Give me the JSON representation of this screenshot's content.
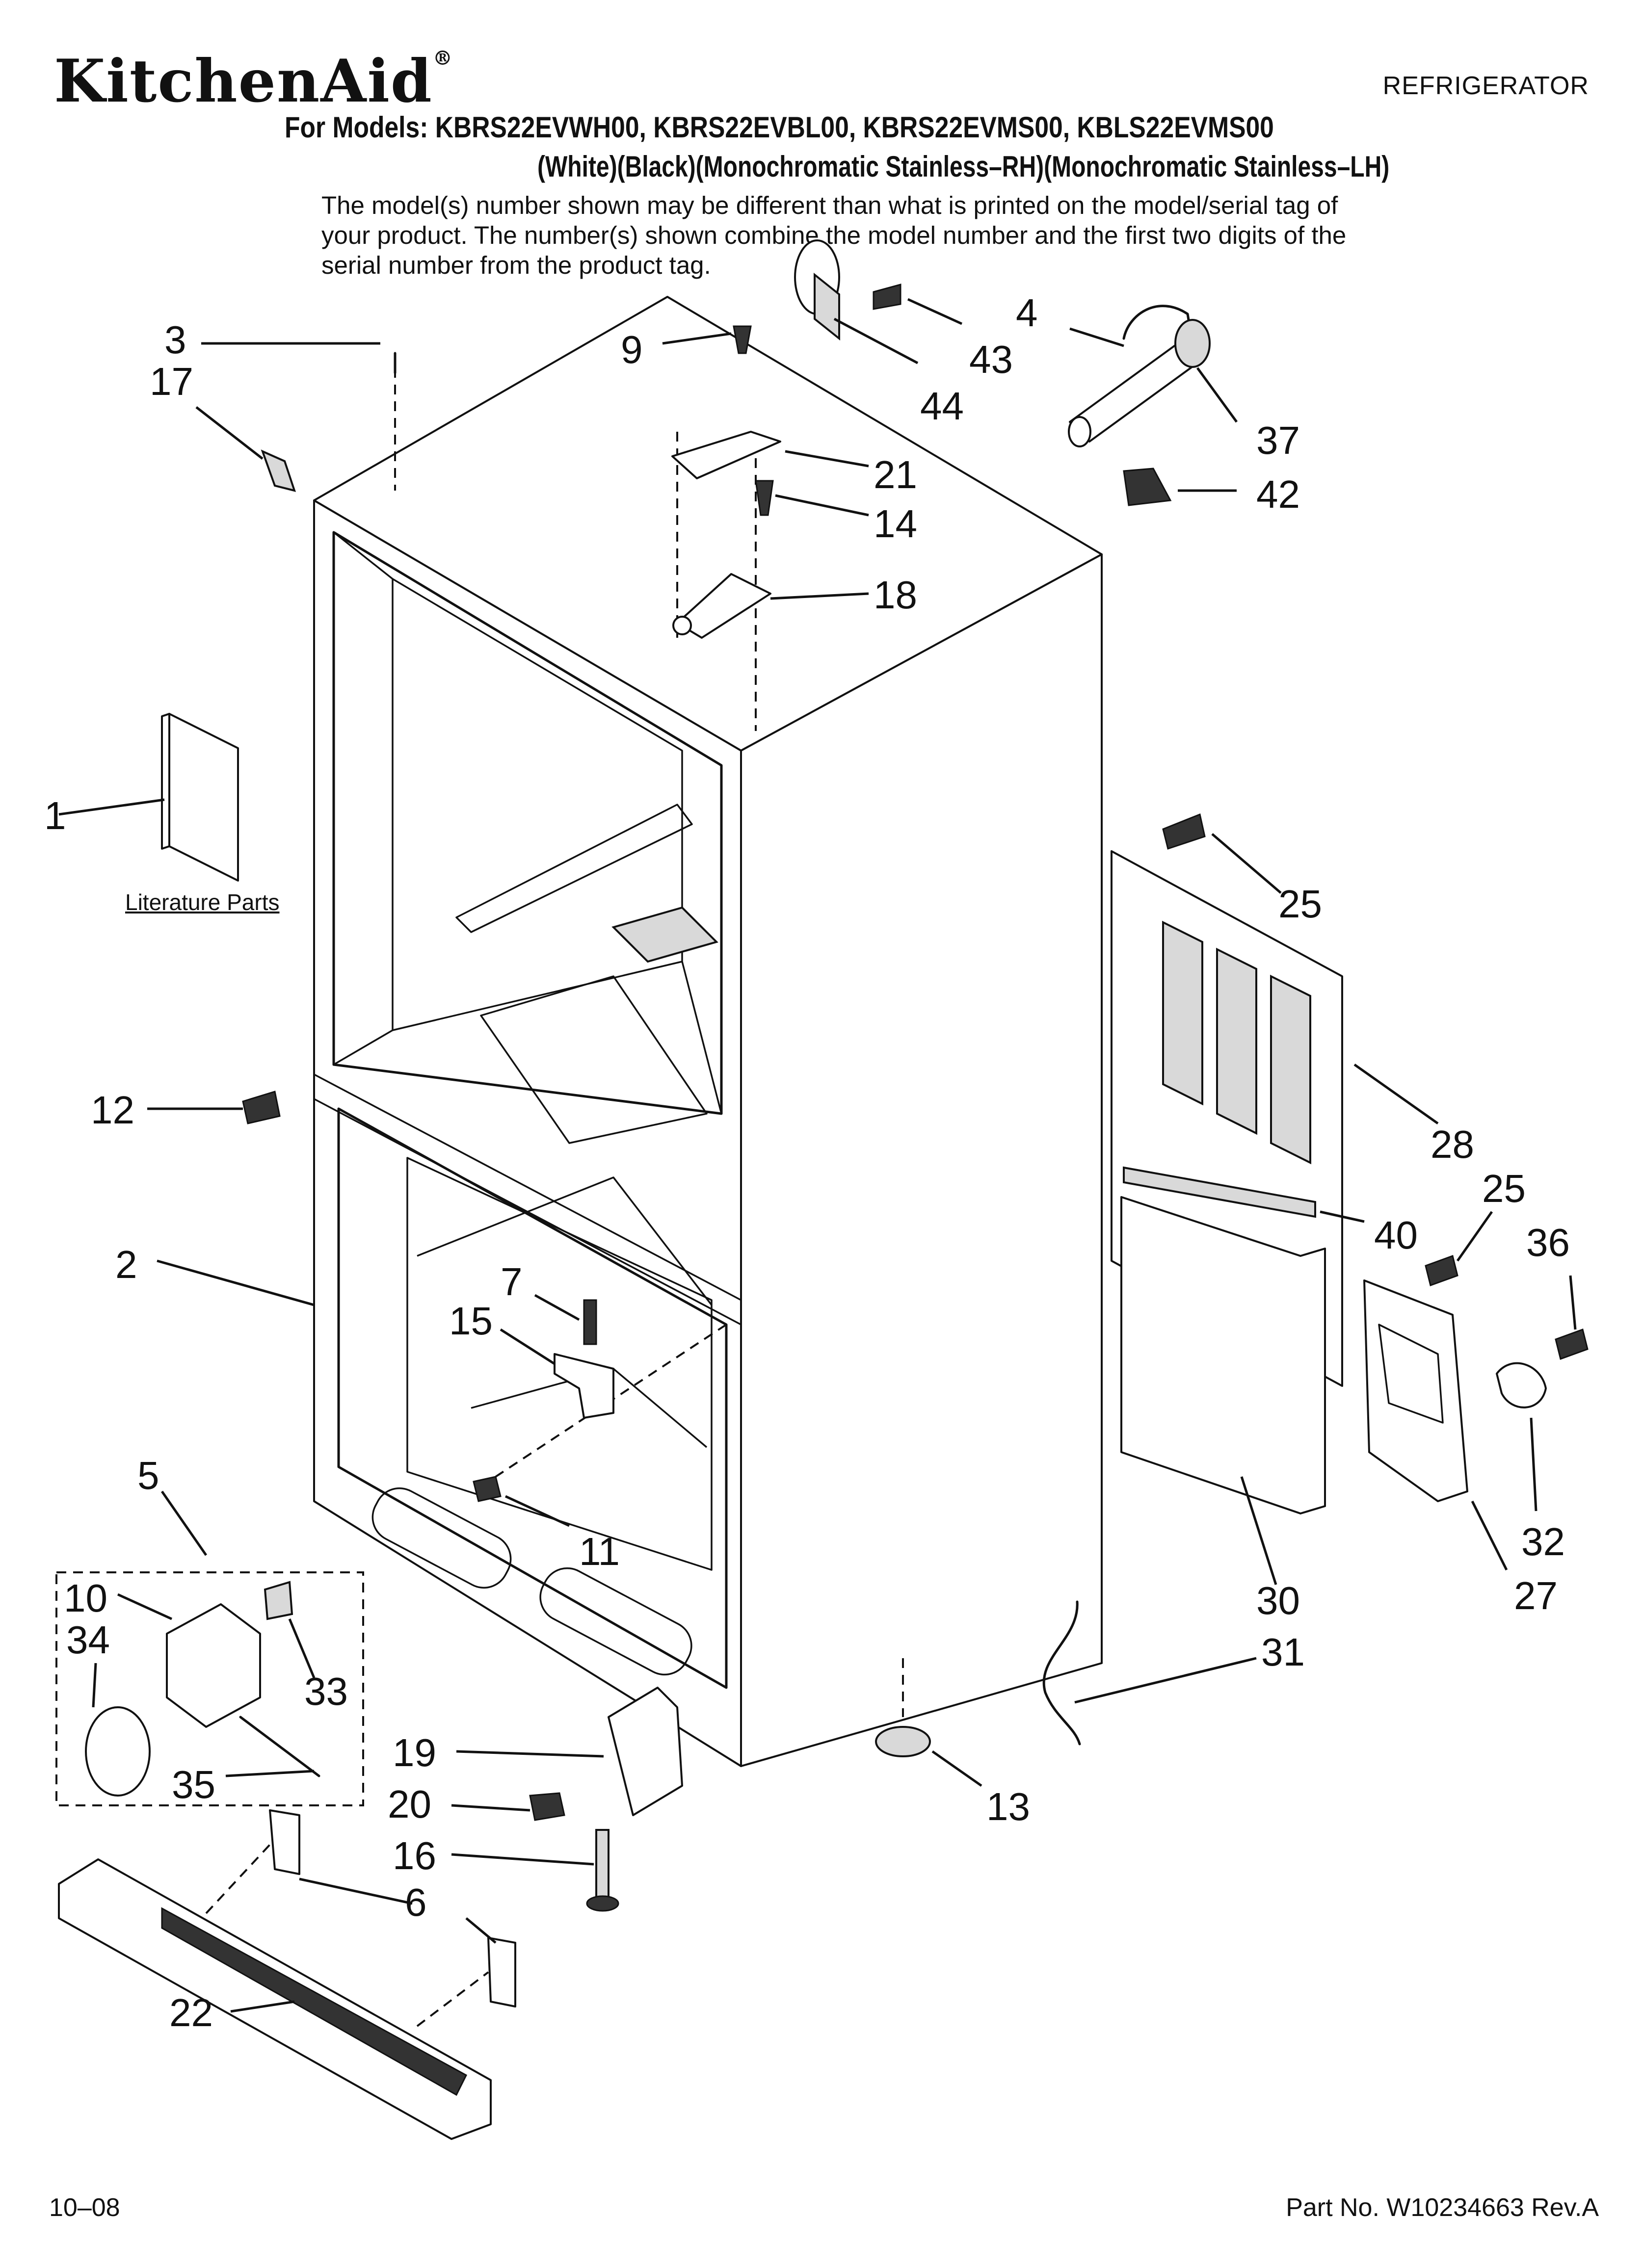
{
  "header": {
    "brand": "KitchenAid",
    "category": "REFRIGERATOR",
    "models_line": "For Models: KBRS22EVWH00, KBRS22EVBL00, KBRS22EVMS00, KBLS22EVMS00",
    "variants_line": "(White)(Black)(Monochromatic Stainless–RH)(Monochromatic Stainless–LH)",
    "note": "The model(s) number shown may be different than what is printed on the model/serial tag of your product. The number(s) shown combine the model number and the first two digits of the serial number from the product tag."
  },
  "diagram": {
    "literature_label": "Literature Parts",
    "callouts": {
      "c1": "1",
      "c2": "2",
      "c3": "3",
      "c4": "4",
      "c5": "5",
      "c6": "6",
      "c7": "7",
      "c9": "9",
      "c10": "10",
      "c11": "11",
      "c12": "12",
      "c13": "13",
      "c14": "14",
      "c15": "15",
      "c16": "16",
      "c17": "17",
      "c18": "18",
      "c19": "19",
      "c20": "20",
      "c21": "21",
      "c22": "22",
      "c25a": "25",
      "c25b": "25",
      "c27": "27",
      "c28": "28",
      "c30": "30",
      "c31": "31",
      "c32": "32",
      "c33": "33",
      "c34": "34",
      "c35": "35",
      "c36": "36",
      "c37": "37",
      "c40": "40",
      "c42": "42",
      "c43": "43",
      "c44": "44"
    }
  },
  "footer": {
    "date": "10–08",
    "part_number": "Part No. W10234663 Rev.A"
  }
}
